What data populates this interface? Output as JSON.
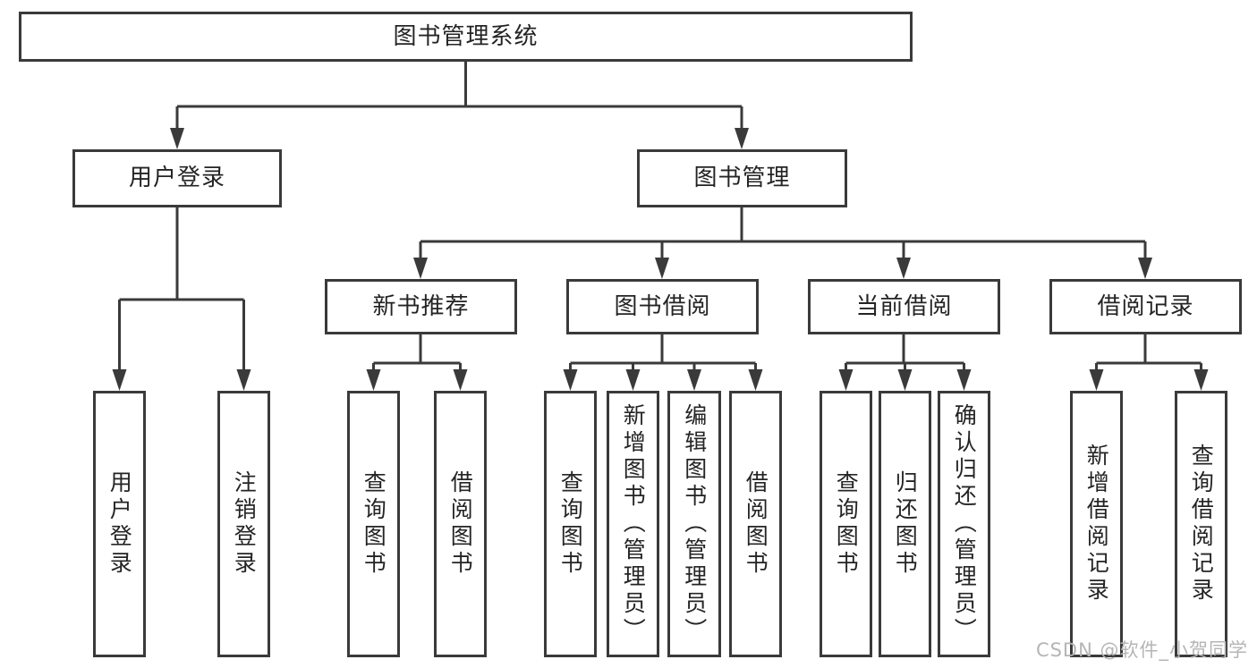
{
  "diagram": {
    "root": {
      "label": "图书管理系统"
    },
    "branches": [
      {
        "label": "用户登录",
        "children": [
          {
            "label": "用户登录"
          },
          {
            "label": "注销登录"
          }
        ]
      },
      {
        "label": "图书管理",
        "children": [
          {
            "label": "新书推荐",
            "children": [
              {
                "label": "查询图书"
              },
              {
                "label": "借阅图书"
              }
            ]
          },
          {
            "label": "图书借阅",
            "children": [
              {
                "label": "查询图书"
              },
              {
                "label": "新增图书（管理员）"
              },
              {
                "label": "编辑图书（管理员）"
              },
              {
                "label": "借阅图书"
              }
            ]
          },
          {
            "label": "当前借阅",
            "children": [
              {
                "label": "查询图书"
              },
              {
                "label": "归还图书"
              },
              {
                "label": "确认归还（管理员）"
              }
            ]
          },
          {
            "label": "借阅记录",
            "children": [
              {
                "label": "新增借阅记录"
              },
              {
                "label": "查询借阅记录"
              }
            ]
          }
        ]
      }
    ]
  },
  "watermark": {
    "text": "CSDN @软件_小贺同学"
  },
  "colors": {
    "line": "#3a3a3a",
    "text": "#242424",
    "watermark": "#b5b5b5",
    "background": "#ffffff"
  }
}
